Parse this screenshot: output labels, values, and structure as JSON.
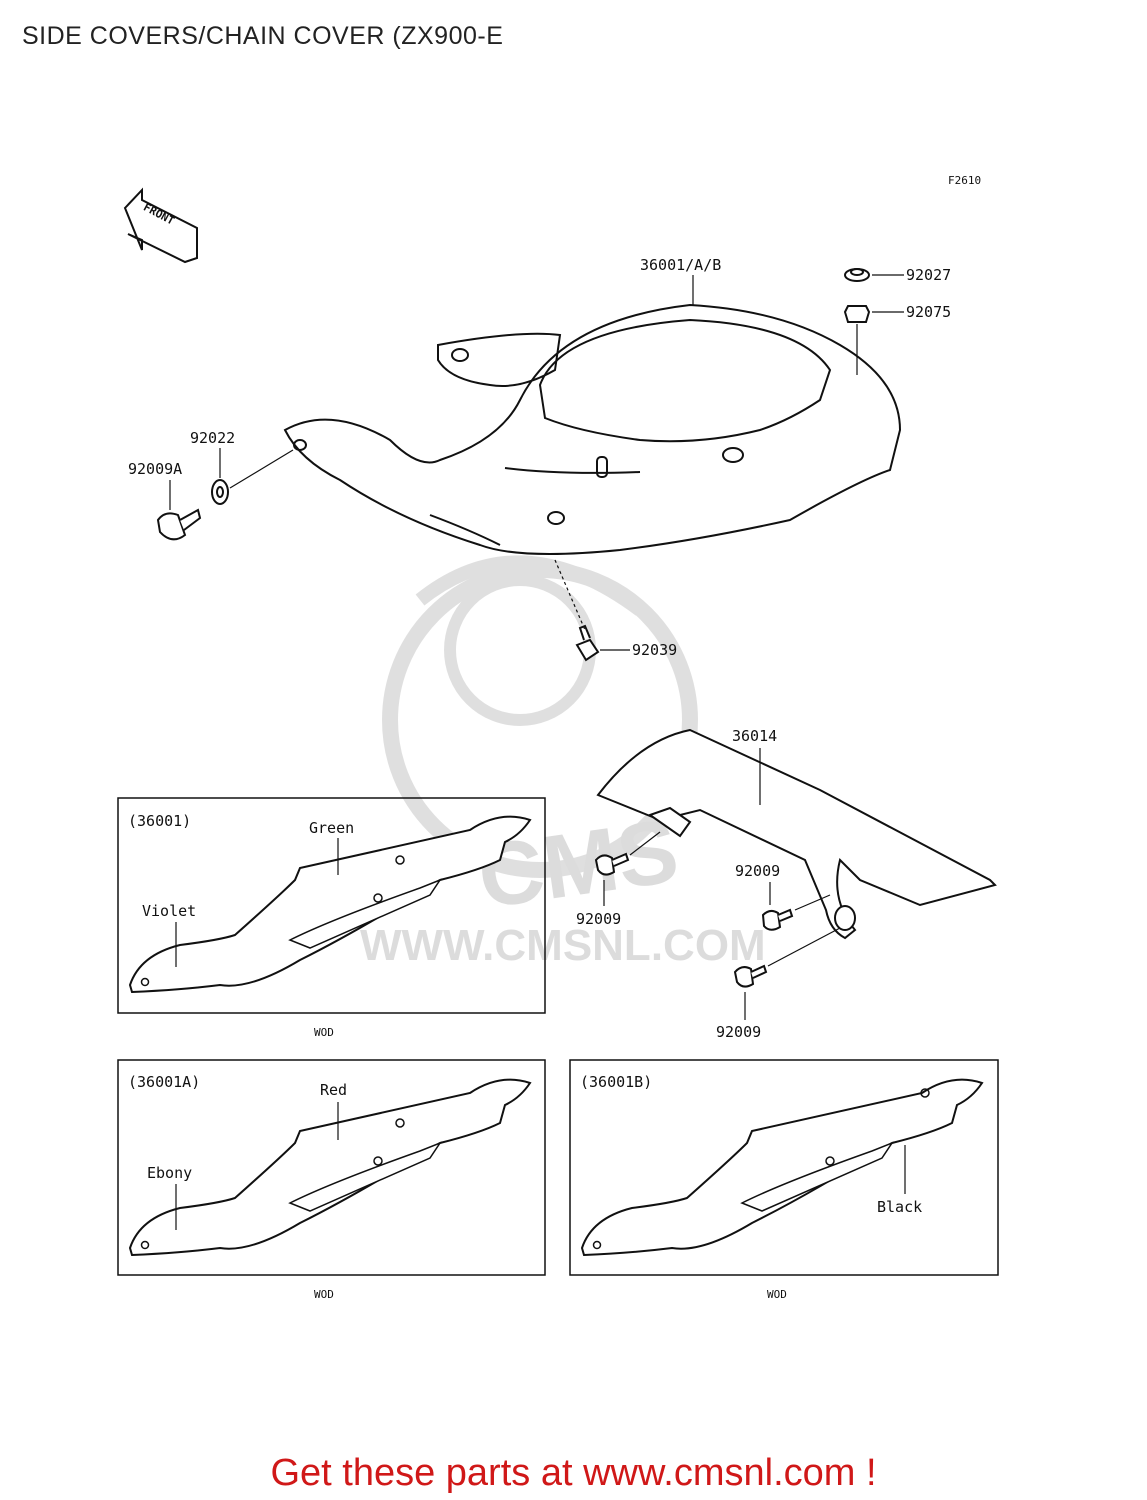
{
  "title": "SIDE COVERS/CHAIN COVER (ZX900-E",
  "figure_code": "F2610",
  "front_arrow_label": "FRONT",
  "promo_text": "Get these parts at www.cmsnl.com !",
  "watermark": {
    "logo_text": "CMS",
    "url_text": "WWW.CMSNL.COM"
  },
  "parts": {
    "p36001AB": "36001/A/B",
    "p92027": "92027",
    "p92075": "92075",
    "p92022": "92022",
    "p92009A": "92009A",
    "p92039": "92039",
    "p36014": "36014",
    "p92009_a": "92009",
    "p92009_b": "92009",
    "p92009_c": "92009"
  },
  "insets": [
    {
      "code": "(36001)",
      "color_top": "Green",
      "color_bottom": "Violet",
      "footer": "WOD"
    },
    {
      "code": "(36001A)",
      "color_top": "Red",
      "color_bottom": "Ebony",
      "footer": "WOD"
    },
    {
      "code": "(36001B)",
      "color_top": "",
      "color_bottom": "Black",
      "footer": "WOD"
    }
  ]
}
